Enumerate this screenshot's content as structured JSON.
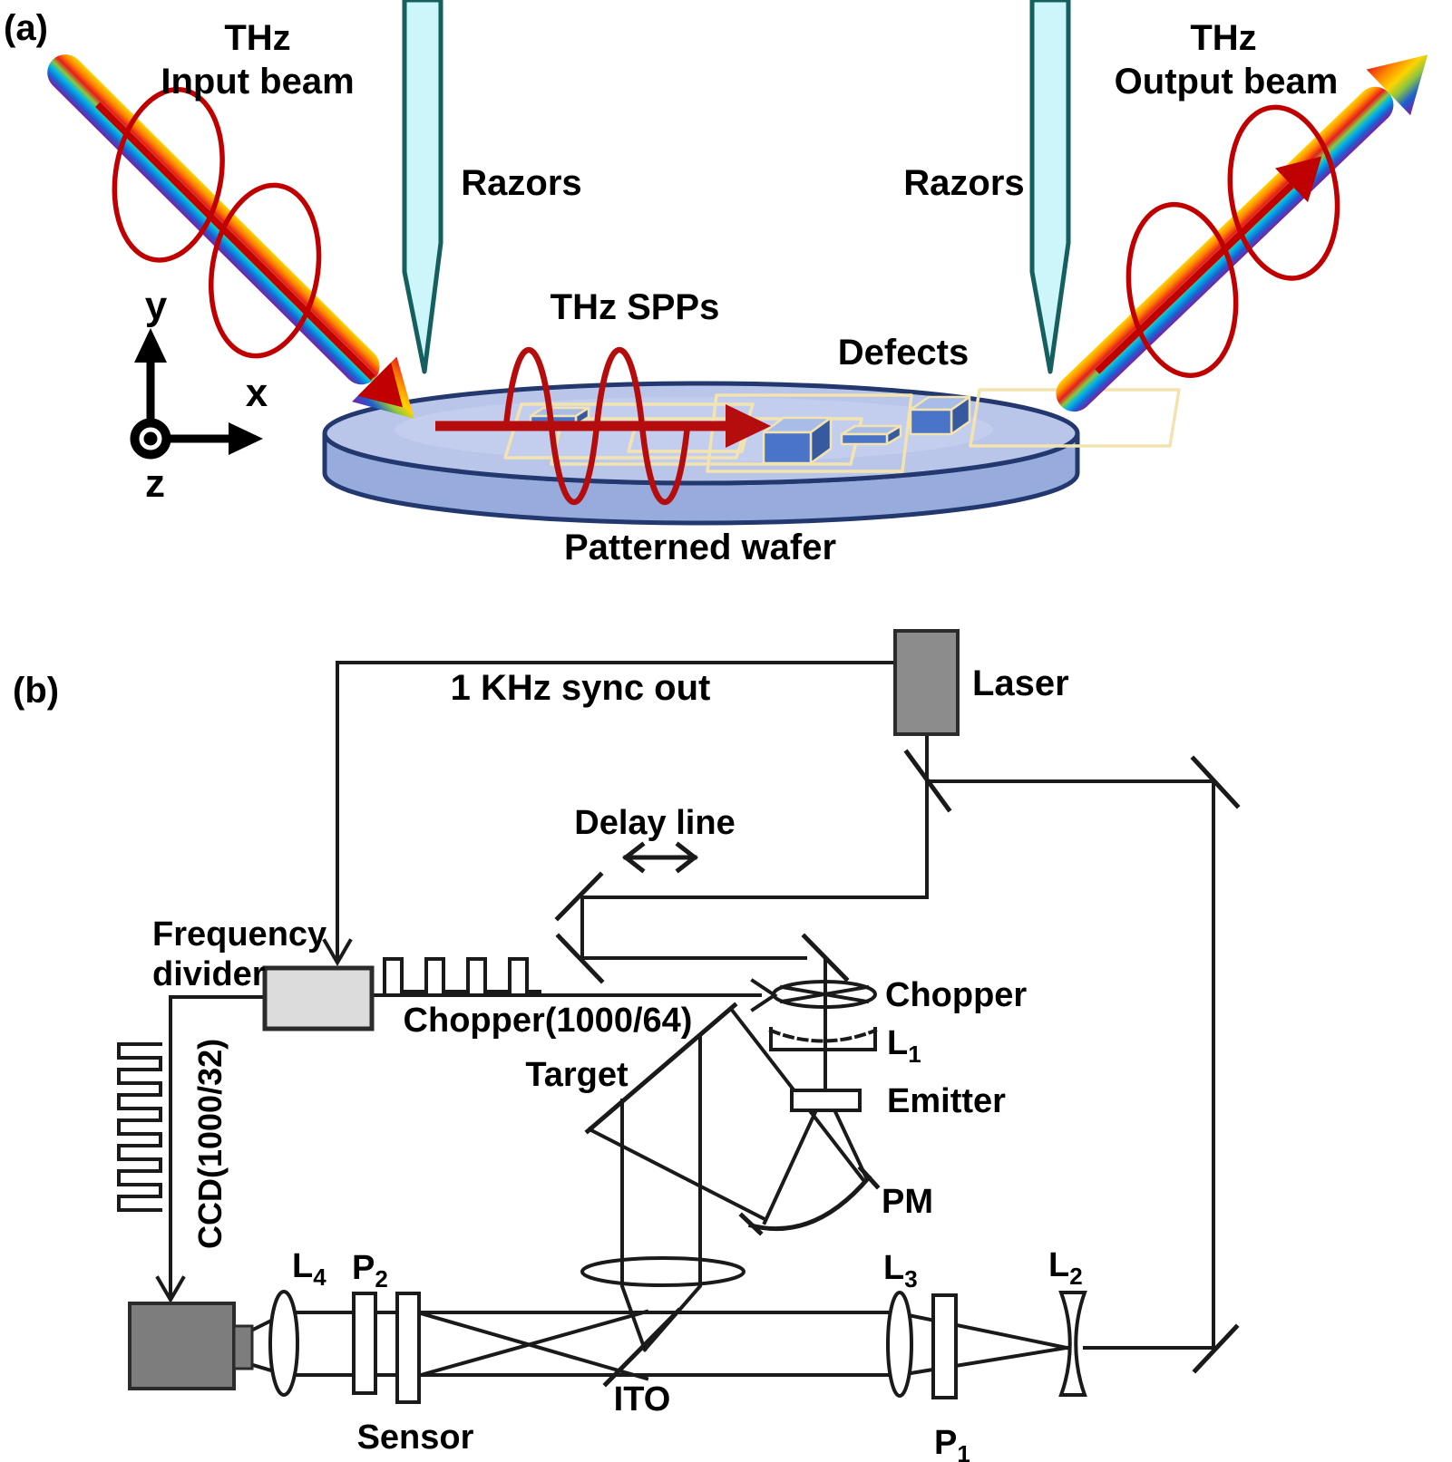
{
  "figure": {
    "panel_a": {
      "panel_label": "(a)",
      "input_beam": {
        "line1": "THz",
        "line2": "Input beam"
      },
      "output_beam": {
        "line1": "THz",
        "line2": "Output beam"
      },
      "razor_left_label": "Razors",
      "razor_right_label": "Razors",
      "spp_label": "THz SPPs",
      "defects_label": "Defects",
      "wafer_label": "Patterned wafer",
      "axis_x": "x",
      "axis_y": "y",
      "axis_z": "z",
      "colors": {
        "wafer_top": "#b9c6ea",
        "wafer_side": "#97abdc",
        "wafer_outline": "#23386e",
        "razor_fill": "#ccf6f9",
        "razor_outline": "#15605f",
        "polarization_red": "#c00000",
        "spp_red": "#b50d0d",
        "pattern_outline": "#f2e3b0",
        "defect_front": "#4a74c8",
        "defect_top": "#a7bce6",
        "defect_side": "#37599f",
        "rainbow_stripes": [
          "#ffd400",
          "#ff8a00",
          "#e81c1c",
          "#8cc63f",
          "#00b7e8",
          "#1d5fd0",
          "#7b1fa2"
        ]
      }
    },
    "panel_b": {
      "panel_label": "(b)",
      "sync_label": "1 KHz sync out",
      "laser_label": "Laser",
      "delay_line_label": "Delay line",
      "frequency_divider": {
        "line1": "Frequency",
        "line2": "divider"
      },
      "chopper_rate_label": "Chopper(1000/64)",
      "ccd_rate_label": "CCD(1000/32)",
      "chopper_label": "Chopper",
      "emitter_label": "Emitter",
      "pm_label": "PM",
      "target_label": "Target",
      "ito_label": "ITO",
      "sensor_label": "Sensor",
      "lenses": {
        "l1": {
          "base": "L",
          "sub": "1"
        },
        "l2": {
          "base": "L",
          "sub": "2"
        },
        "l3": {
          "base": "L",
          "sub": "3"
        },
        "l4": {
          "base": "L",
          "sub": "4"
        }
      },
      "polarizers": {
        "p1": {
          "base": "P",
          "sub": "1"
        },
        "p2": {
          "base": "P",
          "sub": "2"
        }
      },
      "colors": {
        "line": "#1a1a1a",
        "laser_fill": "#8c8c8c",
        "divider_fill": "#dcdcdc",
        "camera_fill": "#7d7d7d"
      }
    }
  }
}
